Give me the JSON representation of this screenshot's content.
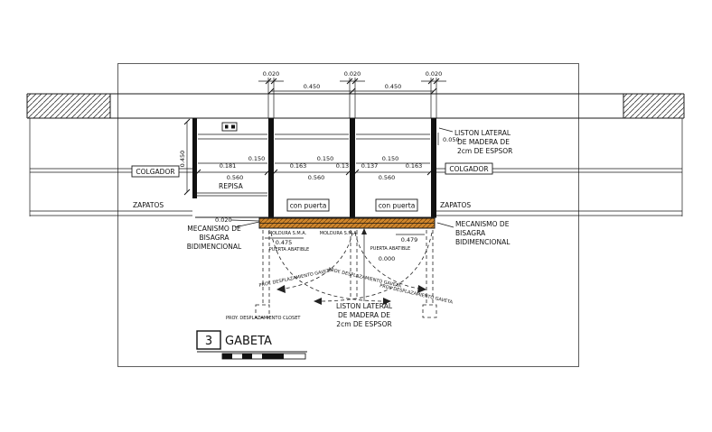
{
  "colors": {
    "line": "#1a1a1a",
    "wood": "#d0862c",
    "wood_hatch": "#7a4a10"
  },
  "dims": {
    "top_020": [
      "0.020",
      "0.020",
      "0.020"
    ],
    "top_450": [
      "0.450",
      "0.450"
    ],
    "left_450": "0.450",
    "c1": {
      "a": "0.181",
      "b": "0.150",
      "w": "0.560"
    },
    "c2": {
      "a": "0.163",
      "b": "0.150",
      "c": "0.137",
      "w": "0.560"
    },
    "c3": {
      "a": "0.137",
      "b": "0.150",
      "c": "0.163",
      "w": "0.560"
    },
    "right_050": "0.050",
    "bar_020": "0.020",
    "d475": "0.475",
    "d479": "0.479",
    "d000": "0.000"
  },
  "labels": {
    "colgador_left": "COLGADOR",
    "colgador_right": "COLGADOR",
    "repisa": "REPISA",
    "zapatos_left": "ZAPATOS",
    "zapatos_right": "ZAPATOS",
    "con_puerta_1": "con puerta",
    "con_puerta_2": "con puerta",
    "moldura_1": "MOLDURA S.M.A.",
    "moldura_2": "MOLDURA S.M.A.",
    "puerta_abatible_1": "PUERTA ABATIBLE",
    "puerta_abatible_2": "PUERTA ABATIBLE",
    "mecanismo_left": [
      "MECANISMO DE",
      "BISAGRA",
      "BIDIMENCIONAL"
    ],
    "mecanismo_right": [
      "MECANISMO DE",
      "BISAGRA",
      "BIDIMENCIONAL"
    ],
    "liston_right": [
      "LISTON LATERAL",
      "DE MADERA DE",
      "2cm DE ESPSOR"
    ],
    "liston_bottom": [
      "LISTON LATERAL",
      "DE MADERA DE",
      "2cm DE ESPSOR"
    ],
    "proy_gaveta_left": "PROY. DESPLAZAMIENTO GAVETA",
    "proy_gaveta_center": "PROY. DESPLAZAMIENTO GAVETA",
    "proy_gaveta_right": "PROY. DESPLAZAMIENTO GAVETA",
    "proy_closet": "PROY. DESPLAZAMIENTO CLOSET"
  },
  "title_block": {
    "number": "3",
    "title": "GABETA"
  }
}
